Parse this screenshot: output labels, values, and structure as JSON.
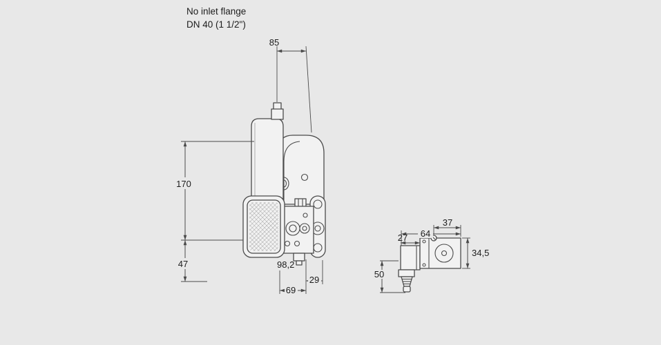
{
  "meta": {
    "background": "#e8e8e8",
    "line_color": "#4a4a4a",
    "text_color": "#1c1c1c"
  },
  "header": {
    "note_line1": "No inlet flange",
    "note_line2": "DN 40 (1 1/2\")"
  },
  "front_view": {
    "dim_top_width": "85",
    "dim_body_height": "170",
    "dim_lower_height": "47",
    "dim_depth": "98,2",
    "dim_outlet_offset": "29",
    "dim_bottom_width": "69"
  },
  "side_view": {
    "dim_coil_width": "27",
    "dim_total_width": "64",
    "dim_right_width": "37",
    "dim_body_height": "34,5",
    "dim_lower_height": "50"
  }
}
